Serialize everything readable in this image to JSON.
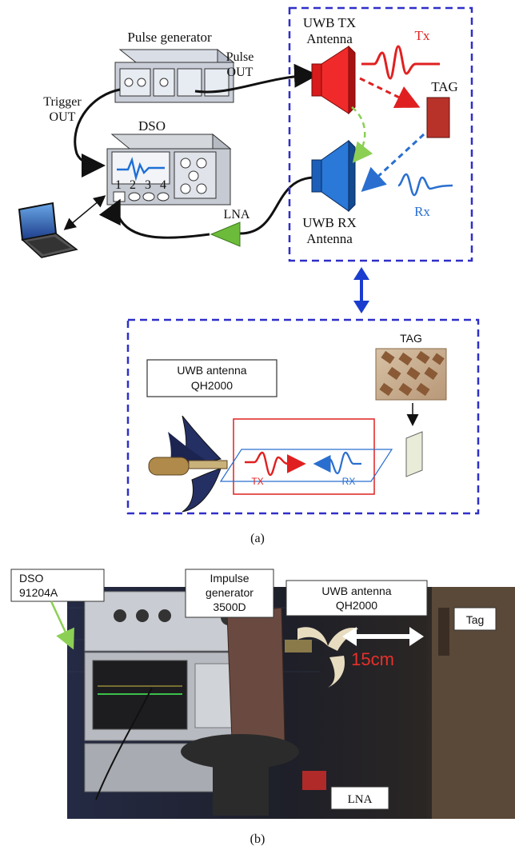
{
  "panel_a": {
    "pulse_generator": "Pulse generator",
    "pulse_out": [
      "Pulse",
      "OUT"
    ],
    "trigger_out": [
      "Trigger",
      "OUT"
    ],
    "dso": "DSO",
    "channels": [
      "1",
      "2",
      "3",
      "4"
    ],
    "lna": "LNA",
    "tx_antenna": [
      "UWB TX",
      "Antenna"
    ],
    "rx_antenna": [
      "UWB RX",
      "Antenna"
    ],
    "tx": "Tx",
    "rx": "Rx",
    "tag": "TAG",
    "detail": {
      "antenna_label": [
        "UWB antenna",
        "QH2000"
      ],
      "tag": "TAG",
      "tx": "TX",
      "rx": "RX"
    },
    "caption": "(a)"
  },
  "panel_b": {
    "dso_label": [
      "DSO",
      "91204A"
    ],
    "impulse_label": [
      "Impulse",
      "generator",
      "3500D"
    ],
    "antenna_label": [
      "UWB antenna",
      "QH2000"
    ],
    "tag_label": "Tag",
    "distance": "15cm",
    "lna_label": "LNA",
    "caption": "(b)"
  },
  "colors": {
    "dashed_border": "#2f2fc8",
    "tx_red": "#e02020",
    "rx_blue": "#2a6fd0",
    "tag_red": "#b8322a",
    "lna_green": "#6dbb3a",
    "arrow_blue": "#1a3ccf",
    "photo_dark": "#2a2a2e",
    "distance_text": "#e8302a"
  }
}
